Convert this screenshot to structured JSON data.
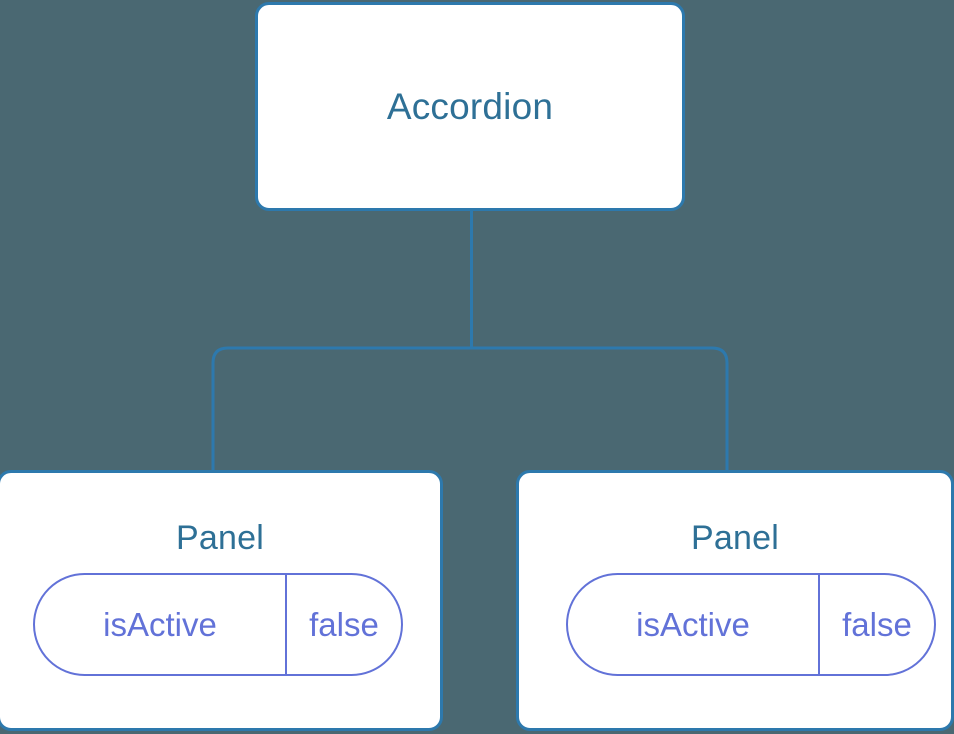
{
  "diagram": {
    "type": "component-tree",
    "background_color": "#4a6872",
    "node_border_color": "#2d79ad",
    "node_text_color": "#2e7096",
    "prop_color": "#6272d8",
    "connector_color": "#2d79ad",
    "root": {
      "label": "Accordion"
    },
    "children": [
      {
        "label": "Panel",
        "prop": {
          "key": "isActive",
          "value": "false"
        }
      },
      {
        "label": "Panel",
        "prop": {
          "key": "isActive",
          "value": "false"
        }
      }
    ]
  }
}
